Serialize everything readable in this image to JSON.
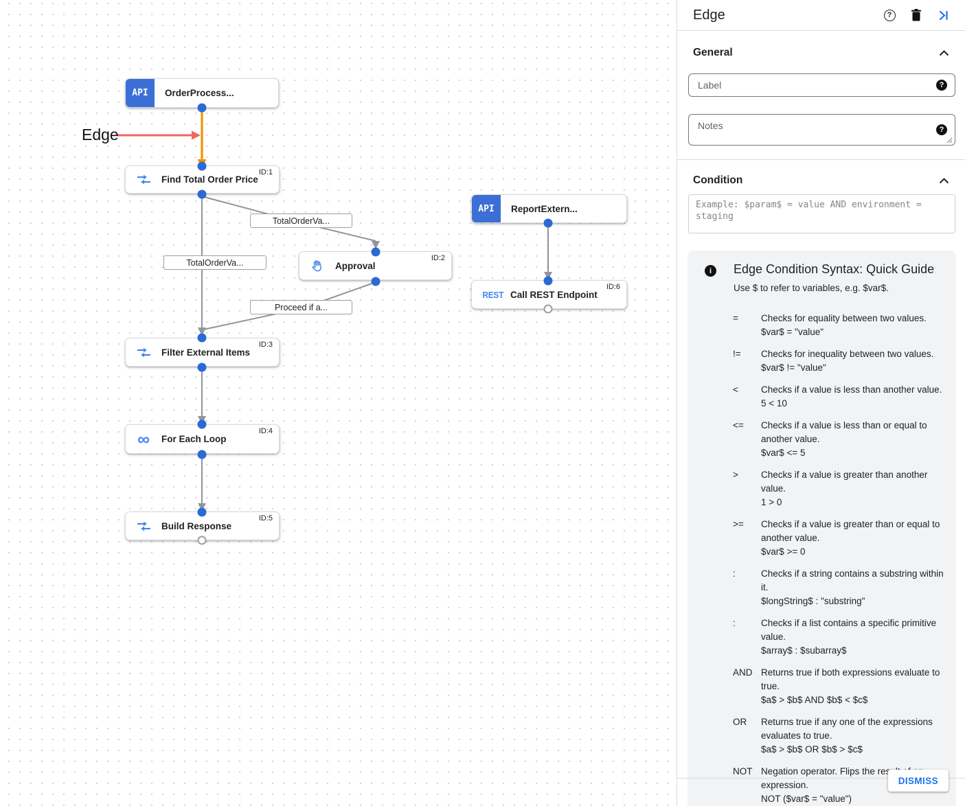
{
  "canvas": {
    "annotation_label": "Edge",
    "nodes": {
      "order_process": {
        "label": "OrderProcess...",
        "badge": "API"
      },
      "find_total": {
        "label": "Find Total Order Price",
        "task_id": "ID:1"
      },
      "approval": {
        "label": "Approval",
        "task_id": "ID:2"
      },
      "report_extern": {
        "label": "ReportExtern...",
        "badge": "API"
      },
      "call_rest": {
        "label": "Call REST Endpoint",
        "task_id": "ID:6",
        "badge": "REST"
      },
      "filter_external": {
        "label": "Filter External Items",
        "task_id": "ID:3"
      },
      "for_each": {
        "label": "For Each Loop",
        "task_id": "ID:4",
        "glyph": "∞"
      },
      "build_response": {
        "label": "Build Response",
        "task_id": "ID:5"
      }
    },
    "edge_labels": [
      "TotalOrderVa...",
      "TotalOrderVa...",
      "Proceed if a..."
    ]
  },
  "panel": {
    "title": "Edge",
    "header_icons": {
      "help": "?",
      "delete": "trash",
      "collapse": "collapse-right"
    },
    "general": {
      "title": "General",
      "label_placeholder": "Label",
      "notes_placeholder": "Notes",
      "help_glyph": "?"
    },
    "condition": {
      "title": "Condition",
      "placeholder": "Example: $param$ = value AND environment = staging"
    },
    "guide": {
      "info_glyph": "i",
      "title": "Edge Condition Syntax: Quick Guide",
      "intro": "Use $ to refer to variables, e.g. $var$.",
      "rows": [
        {
          "op": "=",
          "desc": "Checks for equality between two values.",
          "example": "$var$ = \"value\""
        },
        {
          "op": "!=",
          "desc": "Checks for inequality between two values.",
          "example": "$var$ != \"value\""
        },
        {
          "op": "<",
          "desc": "Checks if a value is less than another value.",
          "example": "5 < 10"
        },
        {
          "op": "<=",
          "desc": "Checks if a value is less than or equal to another value.",
          "example": "$var$ <= 5"
        },
        {
          "op": ">",
          "desc": "Checks if a value is greater than another value.",
          "example": "1 > 0"
        },
        {
          "op": ">=",
          "desc": "Checks if a value is greater than or equal to another value.",
          "example": "$var$ >= 0"
        },
        {
          "op": ":",
          "desc": "Checks if a string contains a substring within it.",
          "example": "$longString$ : \"substring\""
        },
        {
          "op": ":",
          "desc": "Checks if a list contains a specific primitive value.",
          "example": "$array$ : $subarray$"
        },
        {
          "op": "AND",
          "desc": "Returns true if both expressions evaluate to true.",
          "example": "$a$ > $b$ AND $b$ < $c$"
        },
        {
          "op": "OR",
          "desc": "Returns true if any one of the expressions evaluates to true.",
          "example": "$a$ > $b$ OR $b$ > $c$"
        },
        {
          "op": "NOT",
          "desc": "Negation operator. Flips the result of an expression.",
          "example": "NOT ($var$ = \"value\")"
        }
      ]
    },
    "dismiss_label": "DISMISS"
  },
  "colors": {
    "accent_blue": "#1a73e8",
    "node_icon_blue": "#4285f4",
    "trigger_badge_blue": "#3b6fd6",
    "connector_blue": "#2a6ad4",
    "edge_gray": "#8f959b",
    "selected_edge_orange": "#f09300",
    "annotation_red": "#ee675c",
    "guide_bg": "#f1f3f4"
  }
}
